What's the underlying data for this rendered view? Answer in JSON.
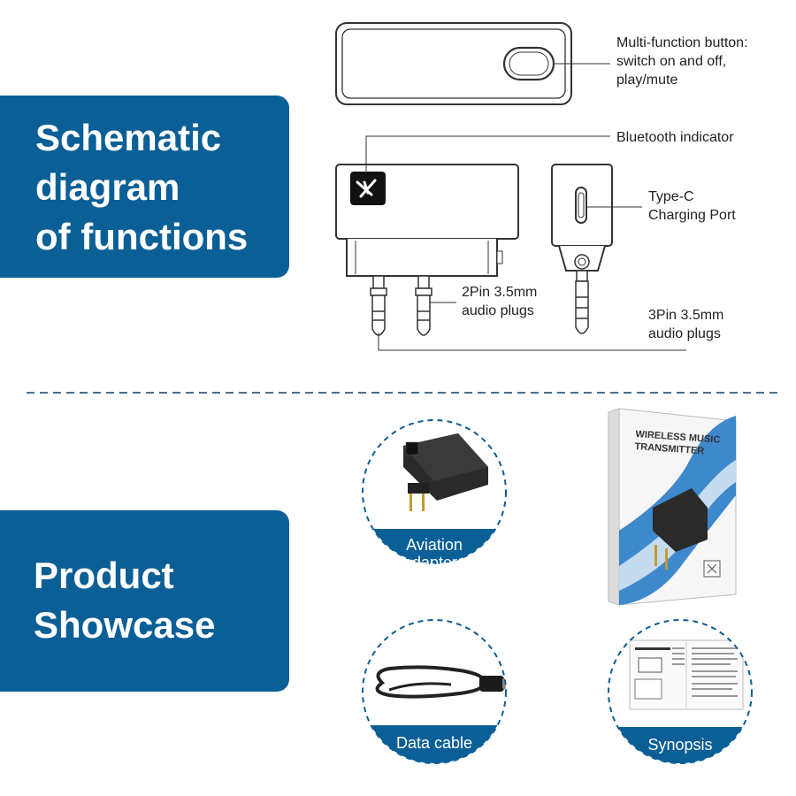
{
  "schematic": {
    "title_lines": [
      "Schematic",
      "diagram",
      "of functions"
    ],
    "callouts": {
      "multi_function": [
        "Multi-function button:",
        "switch on and off,",
        "play/mute"
      ],
      "bluetooth": "Bluetooth indicator",
      "typec": [
        "Type-C",
        "Charging Port"
      ],
      "two_pin": [
        "2Pin 3.5mm",
        "audio plugs"
      ],
      "three_pin": [
        "3Pin 3.5mm",
        "audio plugs"
      ]
    }
  },
  "showcase": {
    "title_lines": [
      "Product",
      "Showcase"
    ],
    "items": {
      "aviation": [
        "Aviation",
        "adapters"
      ],
      "cable": "Data cable",
      "synopsis": "Synopsis"
    },
    "box_text": [
      "WIRELESS MUSIC",
      "TRANSMITTER"
    ]
  },
  "colors": {
    "brand_blue": "#0b5f97",
    "line": "#333333",
    "dash": "#4a6f8e"
  }
}
